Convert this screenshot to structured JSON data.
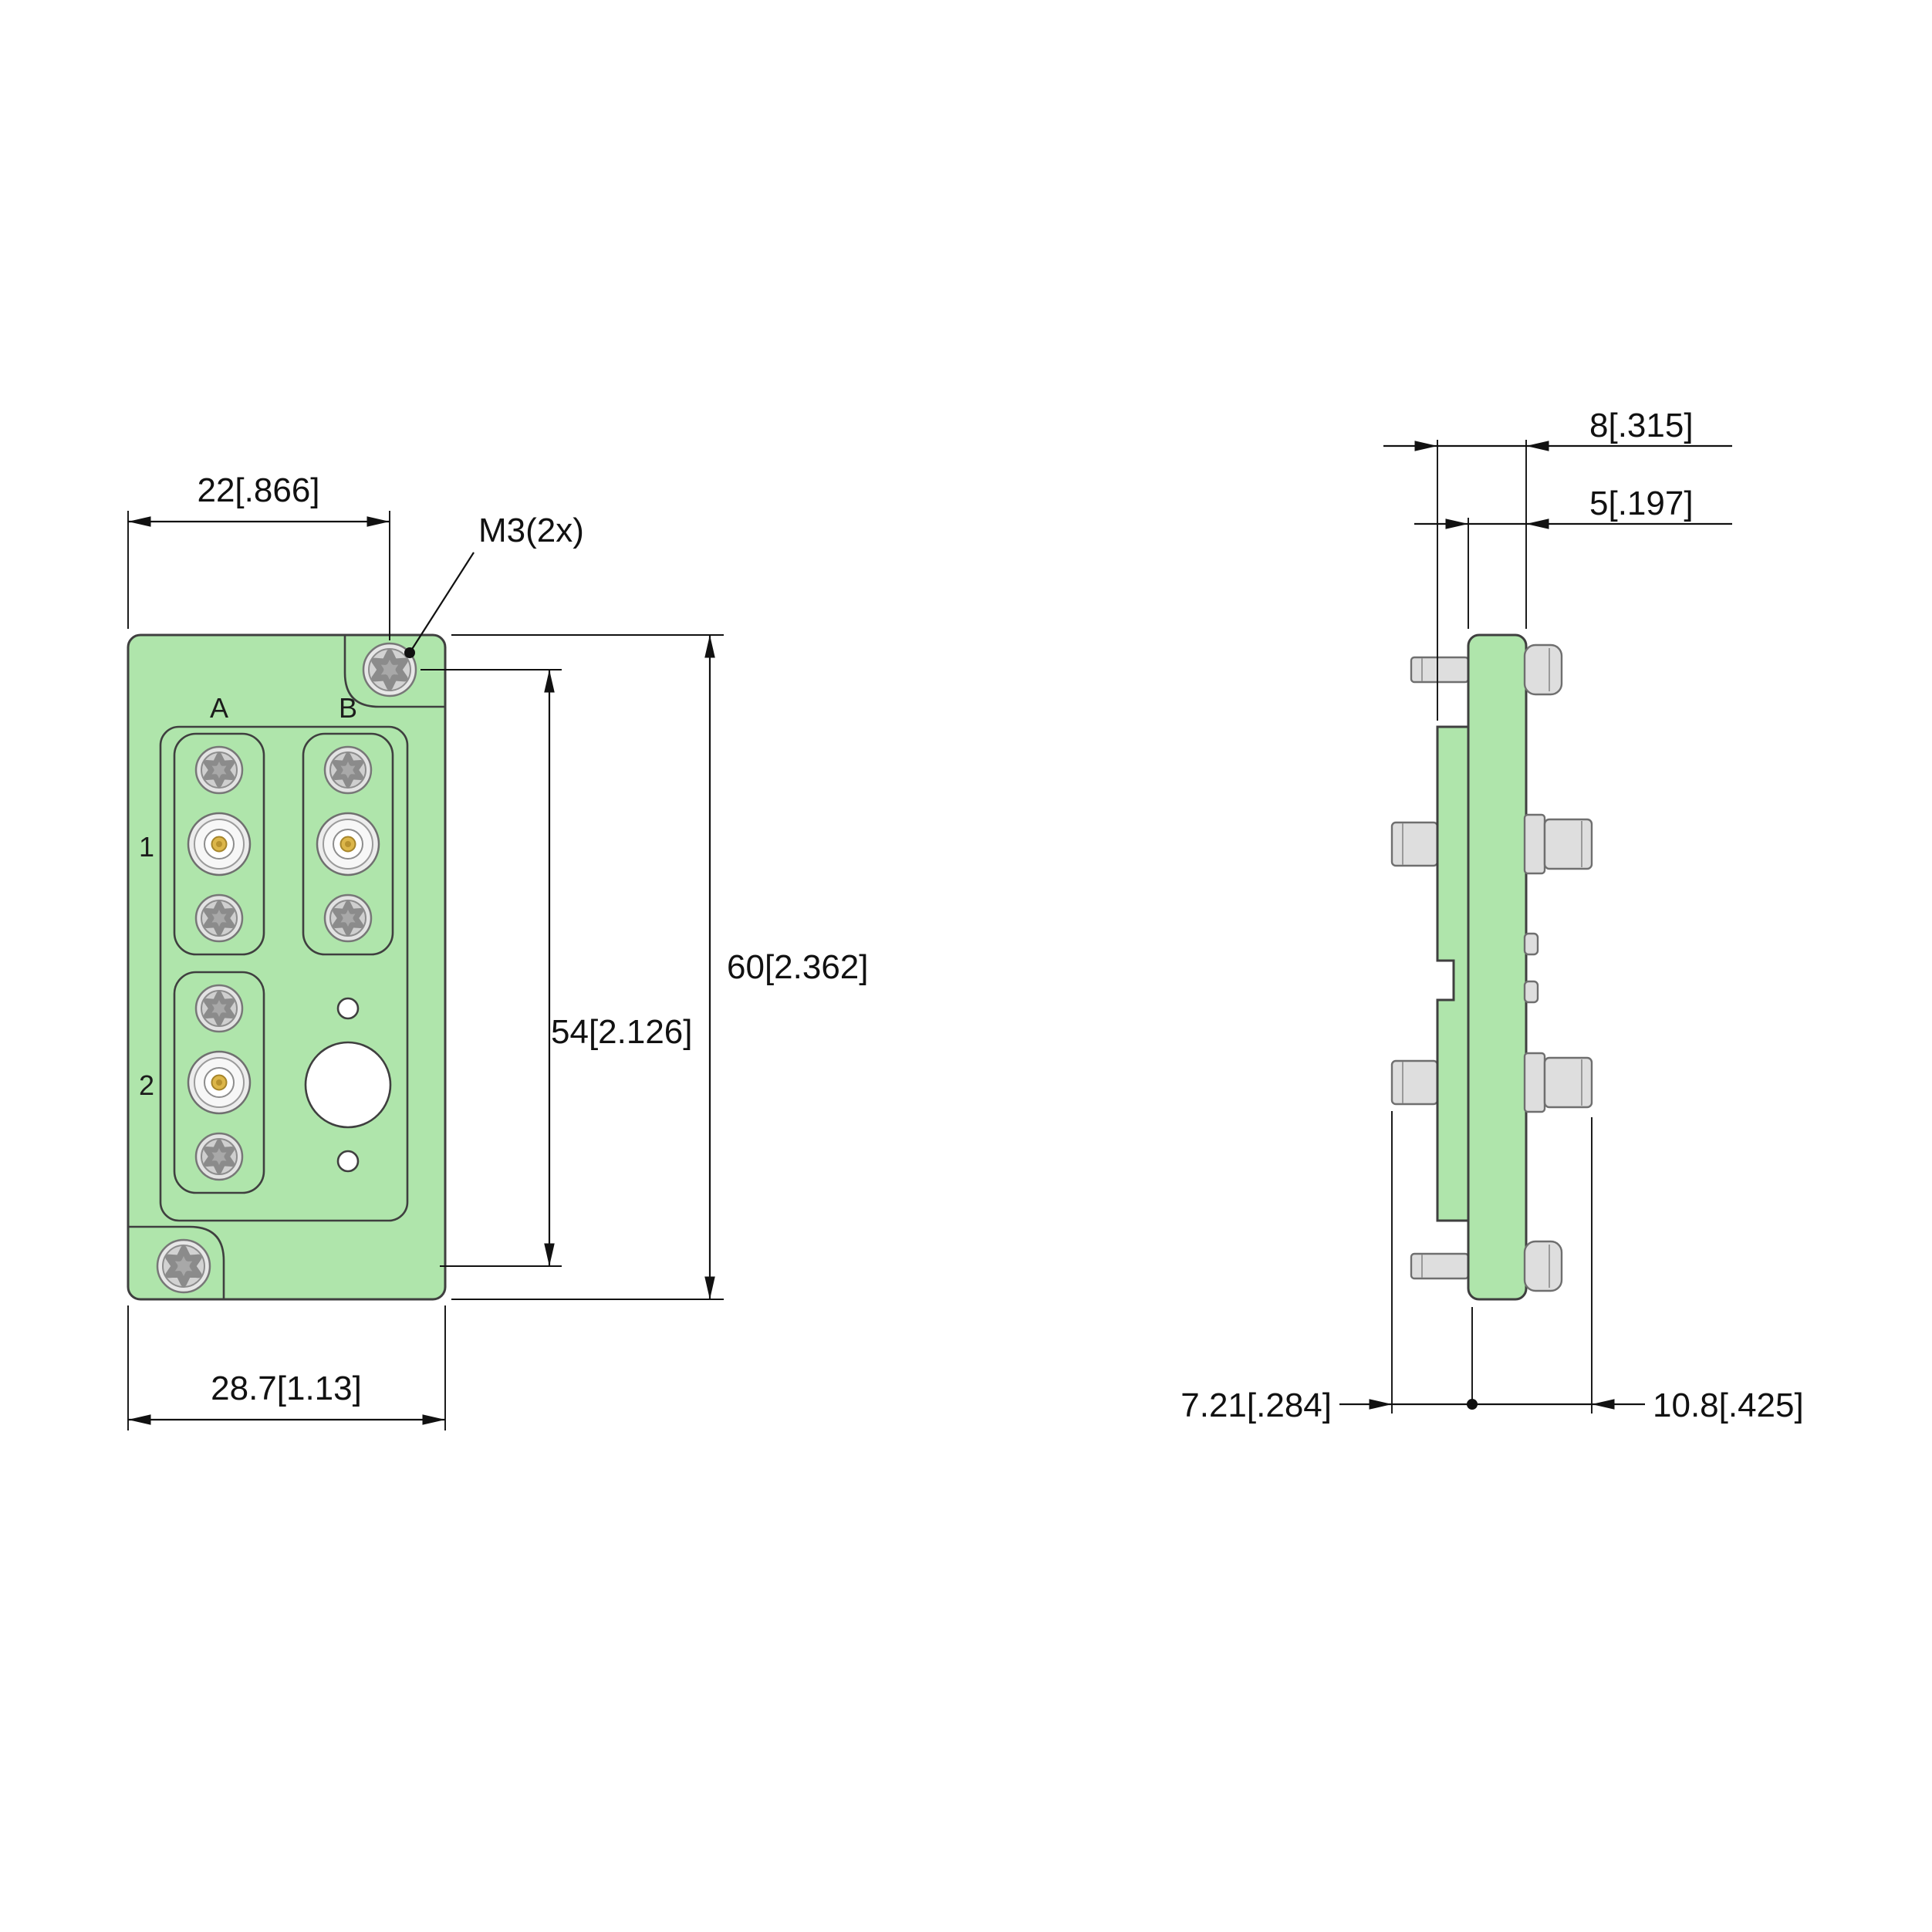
{
  "meta": {
    "part_color": "#afe5ab",
    "edge_color": "#3f3f3f",
    "metal_color": "#dedede",
    "gold_color": "#dcb64a",
    "line_color": "#111111"
  },
  "front_view": {
    "labels": {
      "col_a": "A",
      "col_b": "B",
      "row_1": "1",
      "row_2": "2"
    },
    "dims": {
      "width_top": "22[.866]",
      "screw_note": "M3(2x)",
      "height_overall": "60[2.362]",
      "height_screw_span": "54[2.126]",
      "width_overall": "28.7[1.13]"
    }
  },
  "side_view": {
    "dims": {
      "depth_total": "8[.315]",
      "plate_thickness": "5[.197]",
      "rear_protrusion": "7.21[.284]",
      "front_protrusion": "10.8[.425]"
    }
  }
}
